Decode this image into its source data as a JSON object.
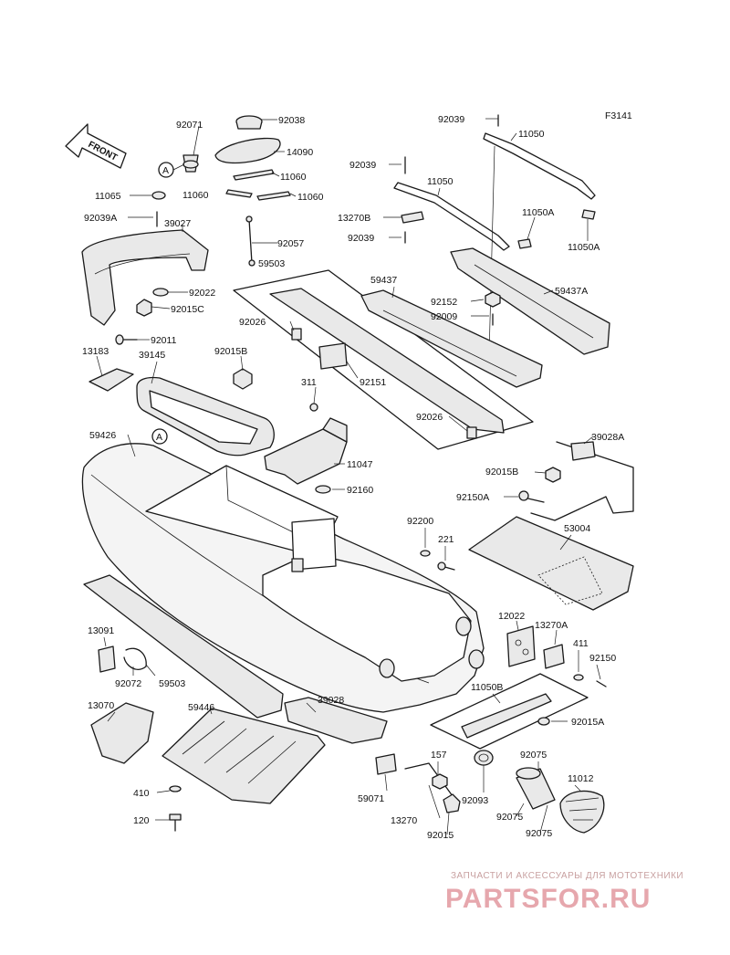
{
  "figure_code": "F3141",
  "front_label": "FRONT",
  "ref_a": "A",
  "parts": [
    {
      "id": "p1",
      "label": "92071"
    },
    {
      "id": "p2",
      "label": "92038"
    },
    {
      "id": "p3",
      "label": "14090"
    },
    {
      "id": "p4",
      "label": "11060"
    },
    {
      "id": "p5",
      "label": "11060"
    },
    {
      "id": "p6",
      "label": "11060"
    },
    {
      "id": "p7",
      "label": "11065"
    },
    {
      "id": "p8",
      "label": "92039A"
    },
    {
      "id": "p9",
      "label": "39027"
    },
    {
      "id": "p10",
      "label": "92057"
    },
    {
      "id": "p11",
      "label": "59503"
    },
    {
      "id": "p12",
      "label": "92022"
    },
    {
      "id": "p13",
      "label": "92015C"
    },
    {
      "id": "p14",
      "label": "92011"
    },
    {
      "id": "p15",
      "label": "13183"
    },
    {
      "id": "p16",
      "label": "39145"
    },
    {
      "id": "p17",
      "label": "92026"
    },
    {
      "id": "p18",
      "label": "92015B"
    },
    {
      "id": "p19",
      "label": "311"
    },
    {
      "id": "p20",
      "label": "92151"
    },
    {
      "id": "p21",
      "label": "92026"
    },
    {
      "id": "p22",
      "label": "92039"
    },
    {
      "id": "p23",
      "label": "11050"
    },
    {
      "id": "p24",
      "label": "92039"
    },
    {
      "id": "p25",
      "label": "11050"
    },
    {
      "id": "p26",
      "label": "13270B"
    },
    {
      "id": "p27",
      "label": "92039"
    },
    {
      "id": "p28",
      "label": "11050A"
    },
    {
      "id": "p29",
      "label": "11050A"
    },
    {
      "id": "p30",
      "label": "59437"
    },
    {
      "id": "p31",
      "label": "92152"
    },
    {
      "id": "p32",
      "label": "92009"
    },
    {
      "id": "p33",
      "label": "59437A"
    },
    {
      "id": "p34",
      "label": "59426"
    },
    {
      "id": "p35",
      "label": "11047"
    },
    {
      "id": "p36",
      "label": "92160"
    },
    {
      "id": "p37",
      "label": "39028A"
    },
    {
      "id": "p38",
      "label": "92015B"
    },
    {
      "id": "p39",
      "label": "92150A"
    },
    {
      "id": "p40",
      "label": "92200"
    },
    {
      "id": "p41",
      "label": "221"
    },
    {
      "id": "p42",
      "label": "53004"
    },
    {
      "id": "p43",
      "label": "12022"
    },
    {
      "id": "p44",
      "label": "13270A"
    },
    {
      "id": "p45",
      "label": "411"
    },
    {
      "id": "p46",
      "label": "92150"
    },
    {
      "id": "p47",
      "label": "13091"
    },
    {
      "id": "p48",
      "label": "92072"
    },
    {
      "id": "p49",
      "label": "59503"
    },
    {
      "id": "p50",
      "label": "11050B"
    },
    {
      "id": "p51",
      "label": "92015A"
    },
    {
      "id": "p52",
      "label": "13070"
    },
    {
      "id": "p53",
      "label": "59446"
    },
    {
      "id": "p54",
      "label": "39028"
    },
    {
      "id": "p55",
      "label": "157"
    },
    {
      "id": "p56",
      "label": "92075"
    },
    {
      "id": "p57",
      "label": "11012"
    },
    {
      "id": "p58",
      "label": "410"
    },
    {
      "id": "p59",
      "label": "59071"
    },
    {
      "id": "p60",
      "label": "92093"
    },
    {
      "id": "p61",
      "label": "92075"
    },
    {
      "id": "p62",
      "label": "120"
    },
    {
      "id": "p63",
      "label": "13270"
    },
    {
      "id": "p64",
      "label": "92015"
    },
    {
      "id": "p65",
      "label": "92075"
    }
  ],
  "watermark": {
    "tagline": "ЗАПЧАСТИ И АКСЕССУАРЫ ДЛЯ МОТОТЕХНИКИ",
    "brand": "PARTSFOR.RU"
  }
}
